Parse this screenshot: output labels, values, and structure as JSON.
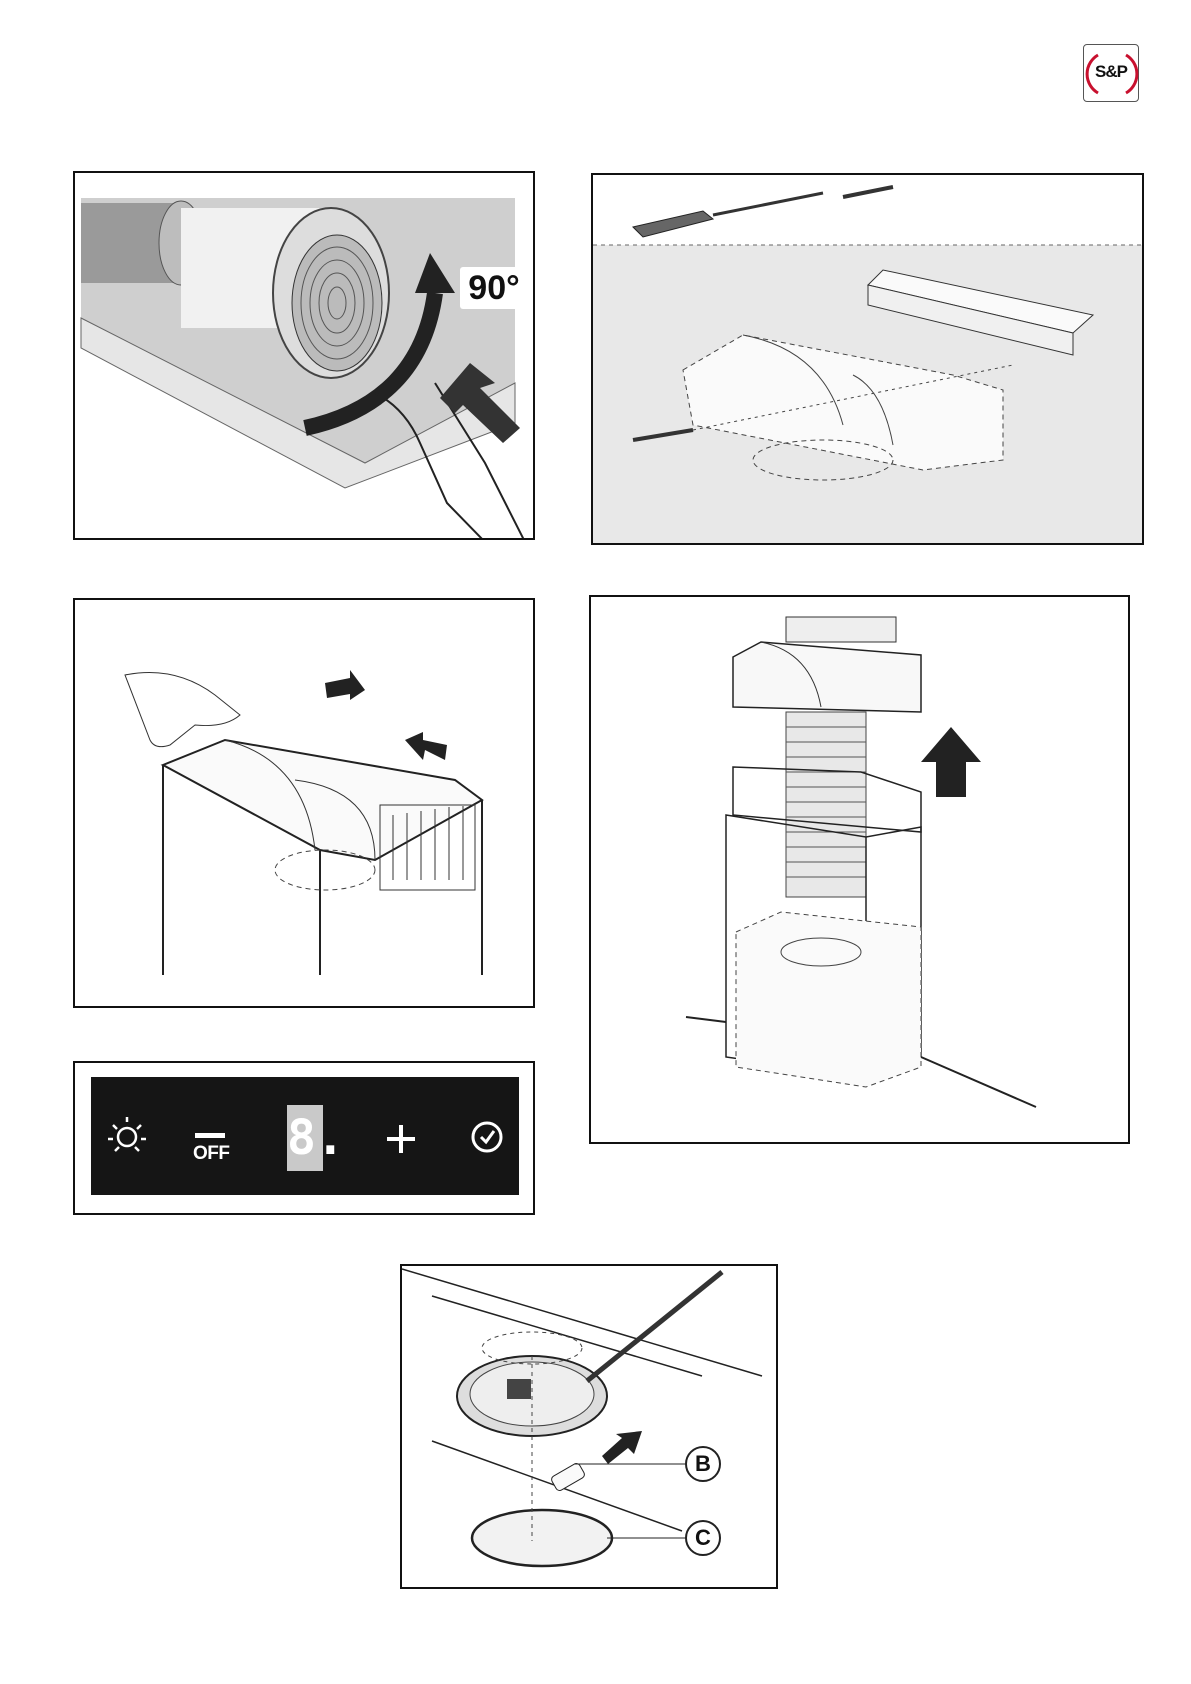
{
  "logo": {
    "text": "S&P",
    "accent_color": "#c8102e"
  },
  "figures": {
    "rotate": {
      "angle_label": "90°"
    },
    "control_panel": {
      "light_icon": "light-bulb-icon",
      "off_label": "OFF",
      "display_digit": "8.",
      "plus_icon": "plus-icon",
      "timer_icon": "clock-icon"
    },
    "lamp": {
      "callout_b": "B",
      "callout_c": "C"
    }
  }
}
